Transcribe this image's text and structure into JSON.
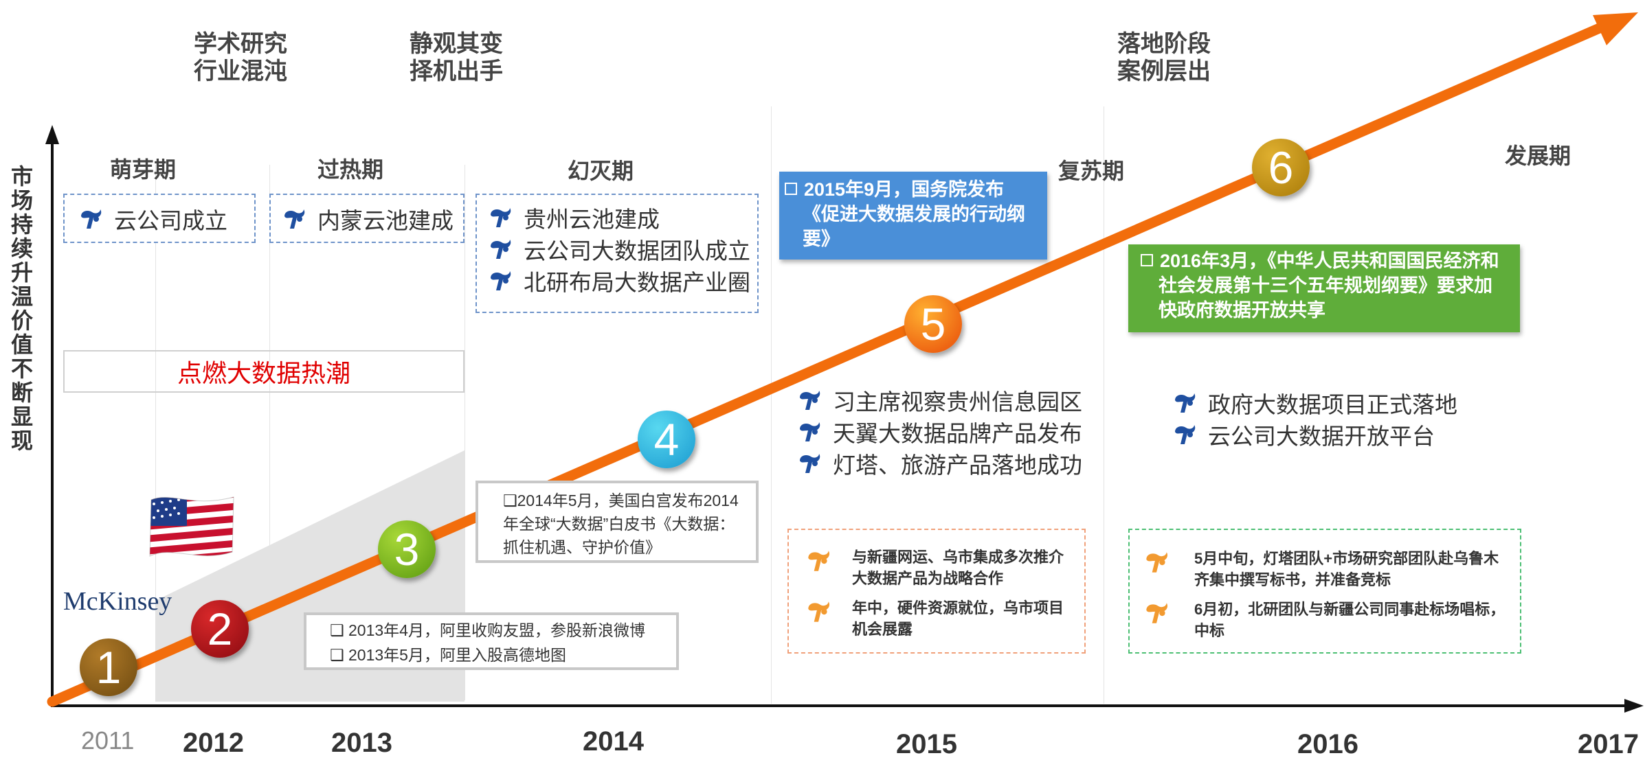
{
  "colors": {
    "arrow": "#f26d0c",
    "blue_callout": "#4a8fd8",
    "green_callout": "#5fad3a",
    "red_text": "#e00000"
  },
  "y_axis_label": "市场持续升温 价值不断显现",
  "top_labels": [
    {
      "line1": "学术研究",
      "line2": "行业混沌"
    },
    {
      "line1": "静观其变",
      "line2": "择机出手"
    },
    {
      "line1": "落地阶段",
      "line2": "案例层出"
    }
  ],
  "phases": [
    "萌芽期",
    "过热期",
    "幻灭期",
    "复苏期",
    "发展期"
  ],
  "years": [
    "2011",
    "2012",
    "2013",
    "2014",
    "2015",
    "2016",
    "2017"
  ],
  "milestones": [
    "1",
    "2",
    "3",
    "4",
    "5",
    "6"
  ],
  "boxes": {
    "cloud_company": {
      "icon": "china-telecom-logo",
      "text": "云公司成立"
    },
    "inner_mongolia": {
      "icon": "china-telecom-logo",
      "text": "内蒙云池建成"
    },
    "y2014_items": [
      "贵州云池建成",
      "云公司大数据团队成立",
      "北研布局大数据产业圈"
    ],
    "ignite": "点燃大数据热潮",
    "mckinsey": "McKinsey",
    "alibaba_notes": [
      "❑ 2013年4月，阿里收购友盟，参股新浪微博",
      "❑ 2013年5月，阿里入股高德地图"
    ],
    "whitehouse_note": "❑2014年5月，美国白宫发布2014年全球“大数据”白皮书《大数据：抓住机遇、守护价值》",
    "y2015_items": [
      "习主席视察贵州信息园区",
      "天翼大数据品牌产品发布",
      "灯塔、旅游产品落地成功"
    ],
    "y2015_orange": [
      "与新疆网运、乌市集成多次推介大数据产品为战略合作",
      "年中，硬件资源就位，乌市项目机会展露"
    ],
    "y2016_items": [
      "政府大数据项目正式落地",
      "云公司大数据开放平台"
    ],
    "y2016_green": [
      "5月中旬，灯塔团队+市场研究部团队赴乌鲁木齐集中撰写标书，并准备竞标",
      "6月初，北研团队与新疆公司同事赴标场唱标，中标"
    ]
  },
  "callouts": {
    "state_council": "2015年9月，国务院发布《促进大数据发展的行动纲要》",
    "five_year_plan": "2016年3月，《中华人民共和国国民经济和社会发展第十三个五年规划纲要》要求加快政府数据开放共享"
  }
}
